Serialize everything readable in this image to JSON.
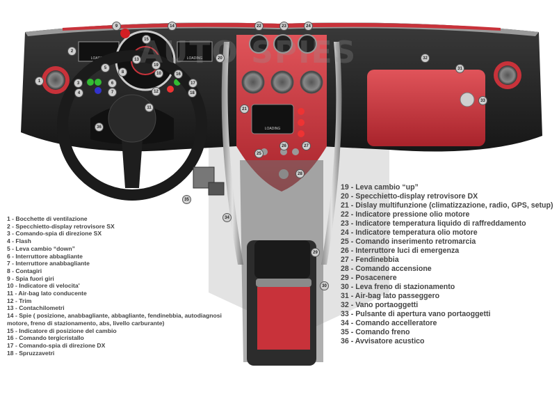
{
  "watermark": "AUTO SPIES",
  "screen_text": {
    "display_sx": "LOADING",
    "display_dx": "LOADING",
    "center_display": "LOADING"
  },
  "callouts": [
    "1",
    "2",
    "3",
    "4",
    "5",
    "6",
    "7",
    "8",
    "9",
    "10",
    "11",
    "12",
    "13",
    "14",
    "15",
    "16",
    "17",
    "18",
    "19",
    "20",
    "21",
    "22",
    "23",
    "24",
    "25",
    "26",
    "27",
    "28",
    "29",
    "30",
    "31",
    "32",
    "33",
    "34",
    "35",
    "36"
  ],
  "legend_left": [
    "1  -  Bocchette di ventilazione",
    "2  -  Specchietto-display retrovisore SX",
    "3  -  Comando-spia di direzione SX",
    "4  -  Flash",
    "5  -  Leva cambio “down”",
    "6  -  Interruttore abbagliante",
    "7  -  Interruttore anabbagliante",
    "8  -  Contagiri",
    "9  -  Spia fuori giri",
    "10 - Indicatore di velocita'",
    "11 - Air-bag lato conducente",
    "12 - Trim",
    "13 - Contachilometri",
    "14 - Spie ( posizione, anabbagliante, abbagliante, fendinebbia, autodiagnosi motore, freno di stazionamento, abs, livello carburante)",
    "15 - Indicatore di posizione del cambio",
    "16 - Comando tergicristallo",
    "17 - Comando-spia di direzione DX",
    "18 - Spruzzavetri"
  ],
  "legend_right": [
    "19 - Leva cambio “up”",
    "20 - Specchietto-display retrovisore DX",
    "21 - Dislay multifunzione (climatizzazione, radio, GPS, setup)",
    "22 - Indicatore pressione olio motore",
    "23 - Indicatore temperatura liquido di raffreddamento",
    "24 - Indicatore temperatura olio motore",
    "25 - Comando inserimento retromarcia",
    "26 - Interruttore luci di emergenza",
    "27 - Fendinebbia",
    "28 - Comando accensione",
    "29 - Posacenere",
    "30 - Leva freno di stazionamento",
    "31 - Air-bag lato passeggero",
    "32 - Vano portaoggetti",
    "33 - Pulsante di apertura vano portaoggetti",
    "34 - Comando accelleratore",
    "35 - Comando freno",
    "36 - Avvisatore acustico"
  ],
  "colors": {
    "accent_red": "#c8323a",
    "dash_dark": "#2b2b2b",
    "metal": "#b9b9b9",
    "legend_text": "#444444"
  }
}
